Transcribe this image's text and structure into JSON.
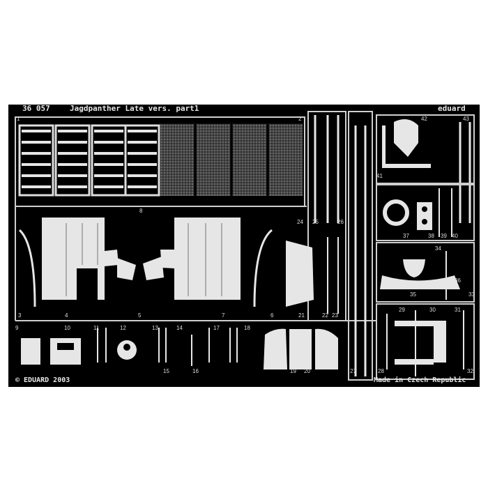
{
  "fret": {
    "header_code": "36 057",
    "header_title": "Jagdpanther Late vers.    part1",
    "brand": "eduard",
    "copyright": "© EDUARD 2003",
    "origin": "Made in Czech Republic",
    "colors": {
      "sheet": "#000000",
      "metal": "#e6e6e6",
      "metal_shade": "#bdbdbd",
      "background": "#ffffff"
    }
  },
  "part_numbers": [
    "1",
    "2",
    "3",
    "4",
    "5",
    "6",
    "7",
    "8",
    "9",
    "10",
    "11",
    "12",
    "13",
    "14",
    "15",
    "16",
    "17",
    "18",
    "19",
    "20",
    "21",
    "22",
    "23",
    "24",
    "25",
    "26",
    "27",
    "28",
    "29",
    "30",
    "31",
    "32",
    "33",
    "34",
    "35",
    "36",
    "37",
    "38",
    "39",
    "40",
    "41",
    "42",
    "43"
  ]
}
